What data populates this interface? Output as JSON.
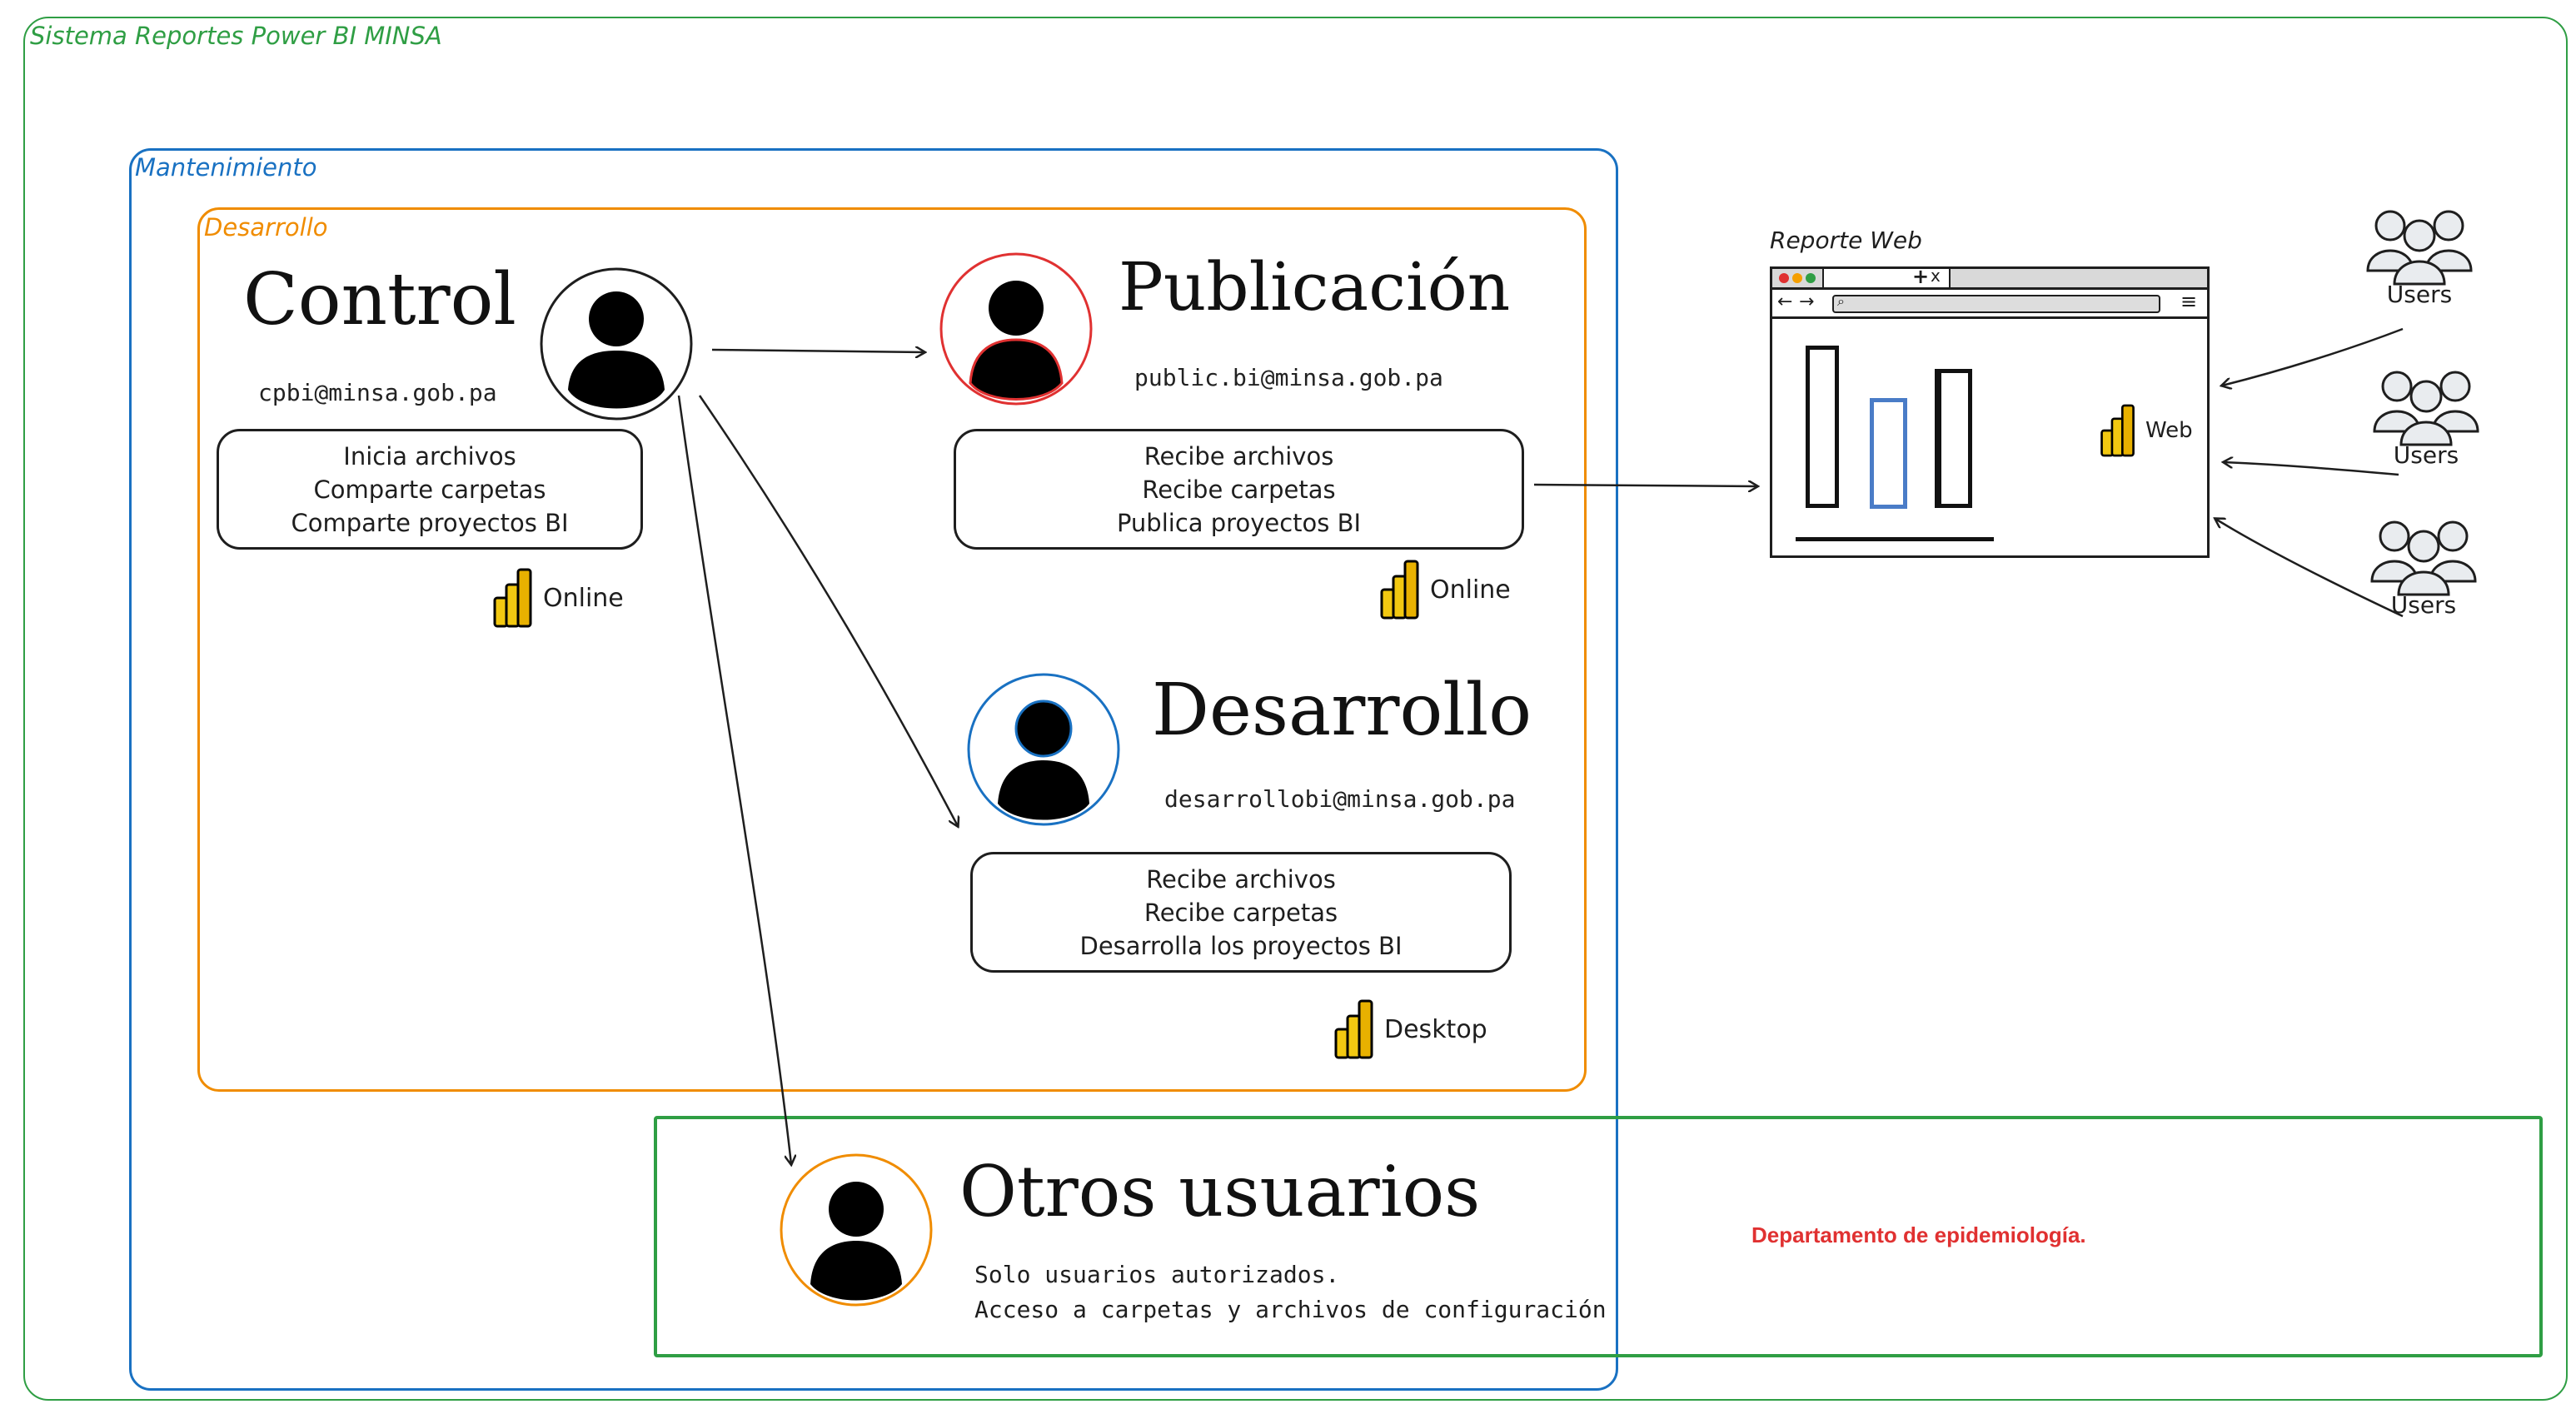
{
  "frames": {
    "outer_title": "Sistema Reportes Power BI MINSA",
    "maintenance_title": "Mantenimiento",
    "development_title": "Desarrollo"
  },
  "control": {
    "title": "Control",
    "email": "cpbi@minsa.gob.pa",
    "tasks": [
      "Inicia archivos",
      "Comparte carpetas",
      "Comparte proyectos BI"
    ],
    "tool": "Online"
  },
  "publicacion": {
    "title": "Publicación",
    "email": "public.bi@minsa.gob.pa",
    "tasks": [
      "Recibe archivos",
      "Recibe carpetas",
      "Publica proyectos BI"
    ],
    "tool": "Online"
  },
  "desarrollo": {
    "title": "Desarrollo",
    "email": "desarrollobi@minsa.gob.pa",
    "tasks": [
      "Recibe archivos",
      "Recibe carpetas",
      "Desarrolla los proyectos BI"
    ],
    "tool": "Desktop"
  },
  "otros": {
    "title": "Otros usuarios",
    "lines": [
      "Solo usuarios autorizados.",
      "Acceso a carpetas y archivos de configuración"
    ],
    "department": "Departamento de epidemiología."
  },
  "web": {
    "title": "Reporte Web",
    "tab_close": "x",
    "tab_new": "+",
    "powerbi_label": "Web"
  },
  "users": [
    "Users",
    "Users",
    "Users"
  ],
  "colors": {
    "outer_frame": "#2f9e44",
    "maintenance_frame": "#1971c2",
    "development_frame": "#f08c00",
    "control_ring": "#1e1e1e",
    "publicacion_ring": "#e03131",
    "desarrollo_ring": "#1971c2",
    "otros_ring": "#f08c00",
    "department_text": "#e03131",
    "powerbi_yellow": "#f2c811",
    "chart_blue": "#4a7cc7"
  }
}
